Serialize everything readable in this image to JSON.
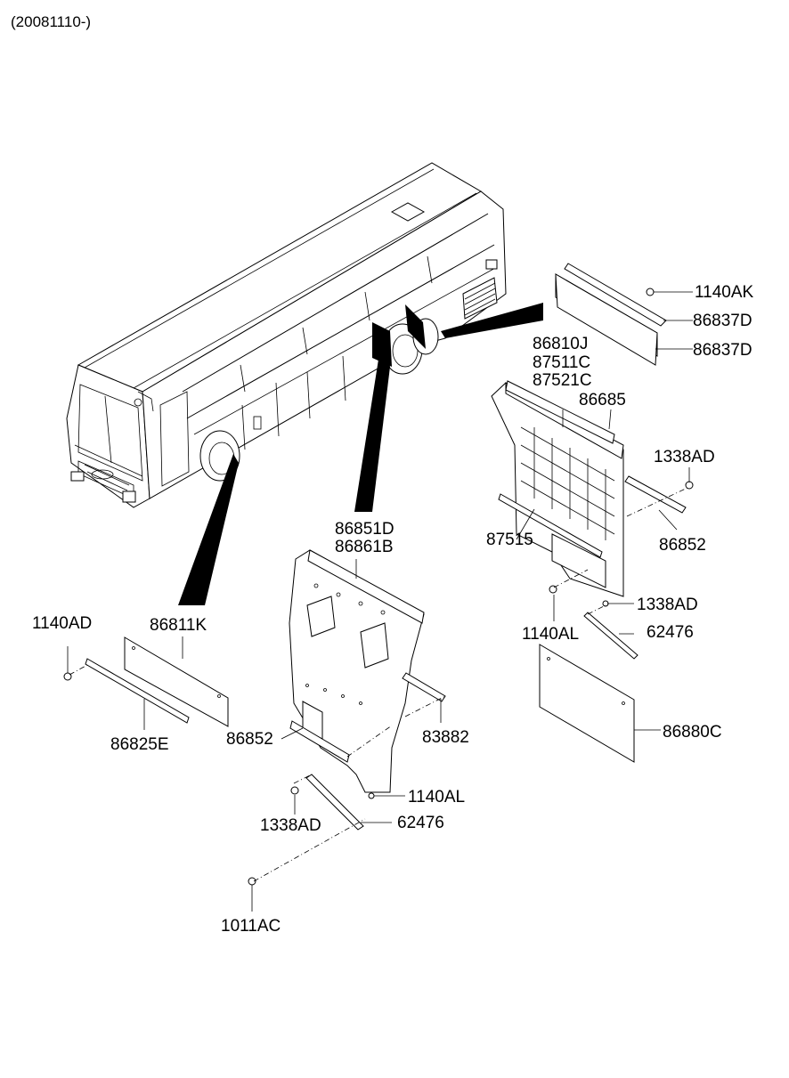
{
  "header": {
    "date_range": "(20081110-)"
  },
  "labels": {
    "l1140AK": "1140AK",
    "l86837D_a": "86837D",
    "l86837D_b": "86837D",
    "l86810J": "86810J",
    "l87511C": "87511C",
    "l87521C": "87521C",
    "l86685": "86685",
    "l1338AD_a": "1338AD",
    "l86852_a": "86852",
    "l87515": "87515",
    "l1338AD_b": "1338AD",
    "l1140AL_a": "1140AL",
    "l62476_a": "62476",
    "l86880C": "86880C",
    "l86851D": "86851D",
    "l86861B": "86861B",
    "l1140AD": "1140AD",
    "l86811K": "86811K",
    "l86825E": "86825E",
    "l86852_b": "86852",
    "l83882": "83882",
    "l1140AL_b": "1140AL",
    "l1338AD_c": "1338AD",
    "l62476_b": "62476",
    "l1011AC": "1011AC"
  }
}
